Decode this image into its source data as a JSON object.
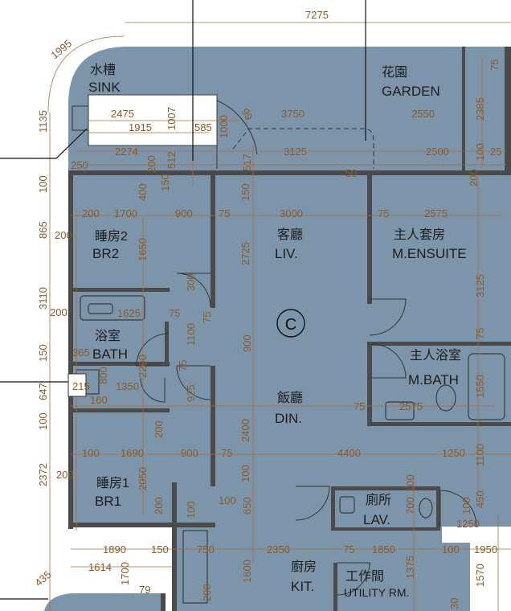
{
  "rooms": {
    "sink_zh": "水槽",
    "sink_en": "SINK",
    "garden_zh": "花園",
    "garden_en": "GARDEN",
    "br2_zh": "睡房2",
    "br2_en": "BR2",
    "liv_zh": "客廳",
    "liv_en": "LIV.",
    "mensuite_zh": "主人套房",
    "mensuite_en": "M.ENSUITE",
    "bath_zh": "浴室",
    "bath_en": "BATH",
    "mbath_zh": "主人浴室",
    "mbath_en": "M.BATH",
    "din_zh": "飯廳",
    "din_en": "DIN.",
    "br1_zh": "睡房1",
    "br1_en": "BR1",
    "lav_zh": "廁所",
    "lav_en": "LAV.",
    "kit_zh": "廚房",
    "kit_en": "KIT.",
    "utility_zh": "工作間",
    "utility_en": "UTILITY RM."
  },
  "unit_label": "C",
  "dims": {
    "d7275": "7275",
    "d1995": "1995",
    "d1135": "1135",
    "d2475": "2475",
    "d1007": "1007",
    "d1915": "1915",
    "d585": "585",
    "d1000": "1000",
    "d99": "99",
    "d3750": "3750",
    "d2550": "2550",
    "d2385": "2385",
    "d75a": "75",
    "d2274": "2274",
    "d512": "512",
    "d517": "517",
    "d3125a": "3125",
    "d2500": "2500",
    "d100a": "100",
    "d25": "25",
    "d100b": "100",
    "d250": "250",
    "d200a": "200",
    "d150a": "150",
    "d50": "50",
    "d200b": "200",
    "d400": "400",
    "d150b": "150",
    "d865": "865",
    "d200c": "200",
    "d1700": "1700",
    "d900a": "900",
    "d75b": "75",
    "d3000": "3000",
    "d75c": "75",
    "d2575a": "2575",
    "d200d": "200",
    "d1650": "1650",
    "d2725": "2725",
    "d3125b": "3125",
    "d3110": "3110",
    "d300": "300",
    "d200e": "200",
    "d1625": "1625",
    "d75d": "75",
    "d75e": "75",
    "d1100a": "1100",
    "d900b": "900",
    "d75f": "75",
    "d150c": "150",
    "d365": "365",
    "d2200": "2200",
    "d75g": "75",
    "d647": "647",
    "d800": "800",
    "d215": "215",
    "d1350": "1350",
    "d925": "925",
    "d1550": "1550",
    "d160": "160",
    "d100c": "100",
    "d75h": "75",
    "d2575b": "2575",
    "d2400": "2400",
    "d200f": "200",
    "d100d": "100",
    "d1690": "1690",
    "d900c": "900",
    "d75i": "75",
    "d4400": "4400",
    "d1250a": "1250",
    "d1100b": "1100",
    "d2372": "2372",
    "d200g": "200",
    "d2050": "2050",
    "d100e": "100",
    "d100f": "100",
    "d650": "650",
    "d700": "700",
    "d100g": "100",
    "d450": "450",
    "d200h": "200",
    "d100h": "100",
    "d1250b": "1250",
    "d1890": "1890",
    "d150d": "150",
    "d750": "750",
    "d2350": "2350",
    "d75j": "75",
    "d1850": "1850",
    "d100i": "100",
    "d1950": "1950",
    "d1614": "1614",
    "d435": "435",
    "d1700b": "1700",
    "d79": "79",
    "d1600": "1600",
    "d1375": "1375",
    "d200i": "200",
    "d30": "30",
    "d1570": "1570"
  },
  "colors": {
    "floor": "#7d95aa",
    "wall": "#4a4a4a",
    "dimension": "#8a5a2a"
  }
}
